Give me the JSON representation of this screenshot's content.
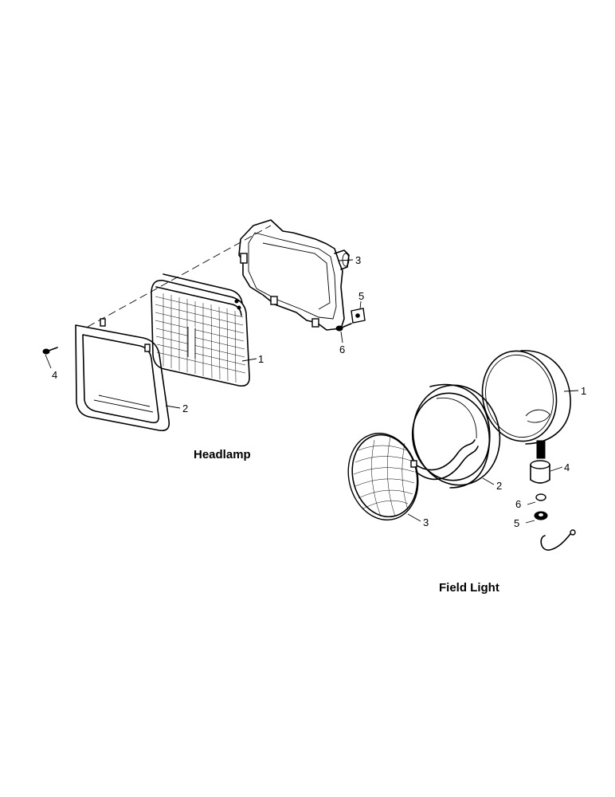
{
  "headlamp": {
    "caption": "Headlamp",
    "callouts": [
      "1",
      "2",
      "3",
      "4",
      "5",
      "6"
    ]
  },
  "field_light": {
    "caption": "Field Light",
    "callouts": [
      "1",
      "2",
      "3",
      "4",
      "5",
      "6"
    ]
  }
}
